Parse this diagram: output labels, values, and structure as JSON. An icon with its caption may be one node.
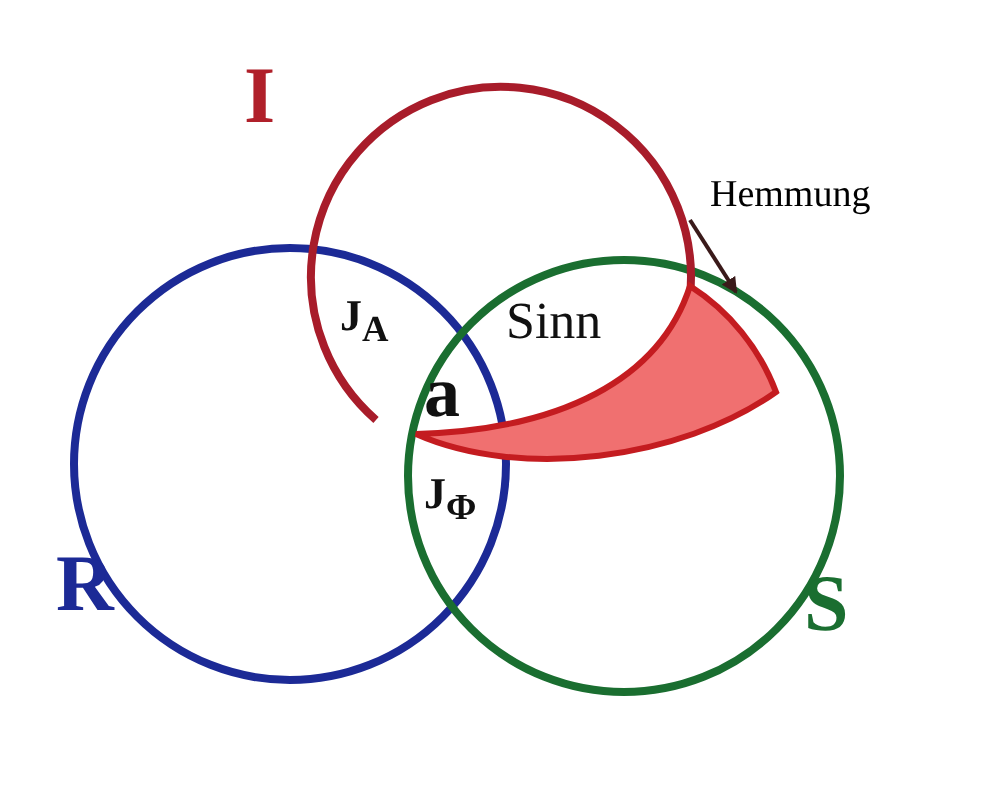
{
  "diagram": {
    "nodes": [
      {
        "text": [
          "Hemmung"
        ]
      },
      {
        "text": [],
        "shape": "crescent"
      }
    ],
    "edges": [
      {
        "from": 0,
        "to": 1,
        "arrow": "to"
      }
    ],
    "labels": [
      "I",
      "J$_{A}$",
      "a",
      "Sinn",
      "J$_{Φ}$",
      "R",
      "S"
    ]
  }
}
